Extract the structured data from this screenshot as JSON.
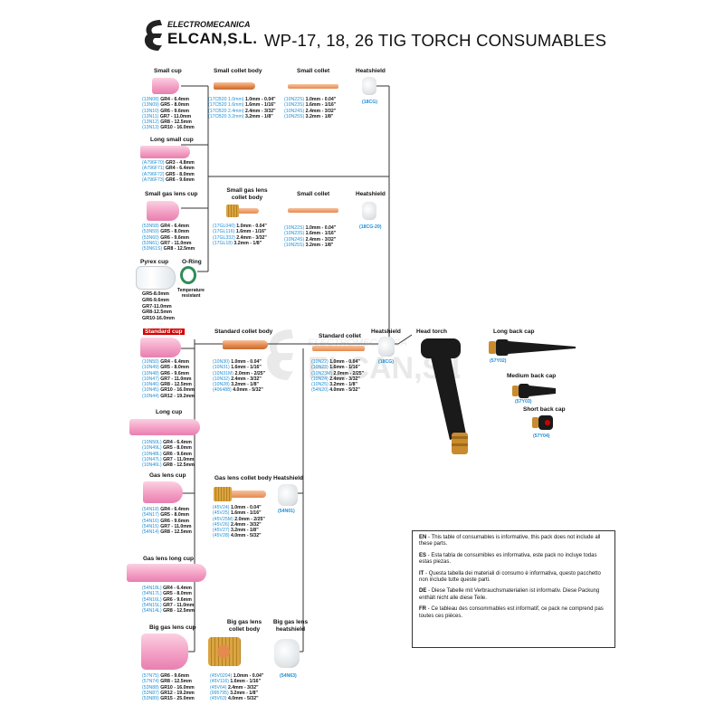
{
  "header": {
    "company_top": "ELECTROMECANICA",
    "company_name": "ELCAN,S.L.",
    "title": "WP-17, 18, 26 TIG TORCH CONSUMABLES"
  },
  "labels": {
    "small_cup": "Small cup",
    "small_collet_body": "Small collet body",
    "small_collet": "Small collet",
    "heatshield": "Heatshield",
    "long_small_cup": "Long small cup",
    "small_gas_lens_cup": "Small gas lens cup",
    "small_gas_lens_collet_body": "Small gas lens collet body",
    "small_collet_2": "Small collet",
    "heatshield_2": "Heatshield",
    "pyrex_cup": "Pyrex cup",
    "o_ring": "O-Ring",
    "temperature_resistant": "Temperature resistant",
    "standard_cup": "Standard cup",
    "standard_collet_body": "Standard collet body",
    "standard_collet": "Standard collet",
    "heatshield_3": "Heatshield",
    "head_torch": "Head torch",
    "long_back_cap": "Long back cap",
    "medium_back_cap": "Medium back cap",
    "short_back_cap": "Short back cap",
    "long_cup": "Long cup",
    "gas_lens_cup": "Gas lens cup",
    "gas_lens_collet_body": "Gas lens collet body",
    "heatshield_4": "Heatshield",
    "gas_lens_long_cup": "Gas lens long cup",
    "big_gas_lens_cup": "Big gas lens cup",
    "big_gas_lens_collet_body": "Big gas lens collet body",
    "big_gas_lens_heatshield": "Big gas lens heatshield"
  },
  "codes": {
    "heatshield_small": "18CG",
    "heatshield_small_gas_lens": "18CG-20",
    "heatshield_standard": "18CG",
    "heatshield_gas_lens": "54N01",
    "heatshield_big_gas_lens": "54N63",
    "long_back_cap": "57Y02",
    "medium_back_cap": "57Y03",
    "short_back_cap": "57Y04"
  },
  "lists": {
    "small_cup": [
      {
        "code": "13N08",
        "val": "GR4 - 6.4mm"
      },
      {
        "code": "13N09",
        "val": "GR5 - 8.0mm"
      },
      {
        "code": "13N10",
        "val": "GR6 - 9.6mm"
      },
      {
        "code": "13N11",
        "val": "GR7 - 11.0mm"
      },
      {
        "code": "13N12",
        "val": "GR8 - 12.5mm"
      },
      {
        "code": "13N13",
        "val": "GR10 - 16.0mm"
      }
    ],
    "small_collet_body": [
      {
        "code": "17CB20 1.0mm",
        "val": "1.0mm - 0.04\""
      },
      {
        "code": "17CB20 1.6mm",
        "val": "1.6mm - 1/16\""
      },
      {
        "code": "17CB20 2.4mm",
        "val": "2.4mm - 3/32\""
      },
      {
        "code": "17CB20 3.2mm",
        "val": "3.2mm - 1/8\""
      }
    ],
    "small_collet": [
      {
        "code": "10N22S",
        "val": "1.0mm - 0.04\""
      },
      {
        "code": "10N23S",
        "val": "1.6mm - 1/16\""
      },
      {
        "code": "10N24S",
        "val": "2.4mm - 3/32\""
      },
      {
        "code": "10N25S",
        "val": "3.2mm - 1/8\""
      }
    ],
    "long_small_cup": [
      {
        "code": "A796F70",
        "val": "GR3 - 4.8mm"
      },
      {
        "code": "A796F71",
        "val": "GR4 - 6.4mm"
      },
      {
        "code": "A796F72",
        "val": "GR5 - 8.0mm"
      },
      {
        "code": "A796F73",
        "val": "GR6 - 9.6mm"
      }
    ],
    "small_gas_lens_cup": [
      {
        "code": "53N58",
        "val": "GR4 - 6.4mm"
      },
      {
        "code": "53N59",
        "val": "GR5 - 8.0mm"
      },
      {
        "code": "53N60",
        "val": "GR6 - 9.6mm"
      },
      {
        "code": "53N61",
        "val": "GR7 - 11.0mm"
      },
      {
        "code": "53N61S",
        "val": "GR8 - 12.5mm"
      }
    ],
    "small_gas_lens_collet_body": [
      {
        "code": "17GL040",
        "val": "1.0mm - 0.04\""
      },
      {
        "code": "17GL116",
        "val": "1.6mm - 1/16\""
      },
      {
        "code": "17GL332",
        "val": "2.4mm - 3/32\""
      },
      {
        "code": "17GL18",
        "val": "3.2mm - 1/8\""
      }
    ],
    "small_collet_2": [
      {
        "code": "10N22S",
        "val": "1.0mm - 0.04\""
      },
      {
        "code": "10N23S",
        "val": "1.6mm - 1/16\""
      },
      {
        "code": "10N24S",
        "val": "2.4mm - 3/32\""
      },
      {
        "code": "10N25S",
        "val": "3.2mm - 1/8\""
      }
    ],
    "pyrex": [
      "GR5-8.0mm",
      "GR6-9.6mm",
      "GR7-11.0mm",
      "GR8-12.5mm",
      "GR10-16.0mm"
    ],
    "standard_cup": [
      {
        "code": "10N50",
        "val": "GR4 - 6.4mm"
      },
      {
        "code": "10N49",
        "val": "GR5 - 8.0mm"
      },
      {
        "code": "10N48",
        "val": "GR6 - 9.6mm"
      },
      {
        "code": "10N47",
        "val": "GR7 - 11.0mm"
      },
      {
        "code": "10N46",
        "val": "GR8 - 12.5mm"
      },
      {
        "code": "10N45",
        "val": "GR10 - 16.0mm"
      },
      {
        "code": "10N44",
        "val": "GR12 - 19.2mm"
      }
    ],
    "standard_collet_body": [
      {
        "code": "10N30",
        "val": "1.0mm - 0.04\""
      },
      {
        "code": "10N31",
        "val": "1.6mm - 1/16\""
      },
      {
        "code": "10N31M",
        "val": "2.0mm - 2/25\""
      },
      {
        "code": "10N32",
        "val": "2.4mm - 3/32\""
      },
      {
        "code": "10N28",
        "val": "3.2mm - 1/8\""
      },
      {
        "code": "406488",
        "val": "4.0mm - 5/32\""
      }
    ],
    "standard_collet": [
      {
        "code": "10N22",
        "val": "1.0mm - 0.04\""
      },
      {
        "code": "10N23",
        "val": "1.6mm - 1/16\""
      },
      {
        "code": "10N23M",
        "val": "2.0mm - 2/25\""
      },
      {
        "code": "10N24",
        "val": "2.4mm - 3/32\""
      },
      {
        "code": "10N25",
        "val": "3.2mm - 1/8\""
      },
      {
        "code": "54N20",
        "val": "4.0mm - 5/32\""
      }
    ],
    "long_cup": [
      {
        "code": "10N50L",
        "val": "GR4 - 6.4mm"
      },
      {
        "code": "10N49L",
        "val": "GR5 - 8.0mm"
      },
      {
        "code": "10N48L",
        "val": "GR6 - 9.6mm"
      },
      {
        "code": "10N47L",
        "val": "GR7 - 11.0mm"
      },
      {
        "code": "10N46L",
        "val": "GR8 - 12.5mm"
      }
    ],
    "gas_lens_cup": [
      {
        "code": "54N18",
        "val": "GR4 - 6.4mm"
      },
      {
        "code": "54N17",
        "val": "GR5 - 8.0mm"
      },
      {
        "code": "54N16",
        "val": "GR6 - 9.6mm"
      },
      {
        "code": "54N15",
        "val": "GR7 - 11.0mm"
      },
      {
        "code": "54N14",
        "val": "GR8 - 12.5mm"
      }
    ],
    "gas_lens_collet_body": [
      {
        "code": "45V24",
        "val": "1.0mm - 0.04\""
      },
      {
        "code": "45V25",
        "val": "1.6mm - 1/16\""
      },
      {
        "code": "45V25M",
        "val": "2.0mm - 2/25\""
      },
      {
        "code": "45V26",
        "val": "2.4mm - 3/32\""
      },
      {
        "code": "45V27",
        "val": "3.2mm - 1/8\""
      },
      {
        "code": "45V28",
        "val": "4.0mm - 5/32\""
      }
    ],
    "gas_lens_long_cup": [
      {
        "code": "54N18L",
        "val": "GR4 - 6.4mm"
      },
      {
        "code": "54N17L",
        "val": "GR5 - 8.0mm"
      },
      {
        "code": "54N16L",
        "val": "GR6 - 9.6mm"
      },
      {
        "code": "54N15L",
        "val": "GR7 - 11.0mm"
      },
      {
        "code": "54N14L",
        "val": "GR8 - 12.5mm"
      }
    ],
    "big_gas_lens_cup": [
      {
        "code": "57N75",
        "val": "GR6 - 9.6mm"
      },
      {
        "code": "57N74",
        "val": "GR8 - 12.5mm"
      },
      {
        "code": "53N88",
        "val": "GR10 - 16.0mm"
      },
      {
        "code": "53N87",
        "val": "GR12 - 19.2mm"
      },
      {
        "code": "53N89",
        "val": "GR15 - 25.0mm"
      }
    ],
    "big_gas_lens_collet_body": [
      {
        "code": "45V0204",
        "val": "1.0mm - 0.04\""
      },
      {
        "code": "45V116",
        "val": "1.6mm - 1/16\""
      },
      {
        "code": "45V64",
        "val": "2.4mm - 3/32\""
      },
      {
        "code": "995795",
        "val": "3.2mm - 1/8\""
      },
      {
        "code": "45V63",
        "val": "4.0mm - 5/32\""
      }
    ]
  },
  "notes": [
    {
      "lang": "EN",
      "text": "This table of consumables is informative, this pack does not include all these parts."
    },
    {
      "lang": "ES",
      "text": "Esta tabla de consumibles es informativa, este pack no incluye todas estas piezas."
    },
    {
      "lang": "IT",
      "text": "Questa tabella dei materiali di consumo è informativa, questo pacchetto non include tutte queste parti."
    },
    {
      "lang": "DE",
      "text": "Diese Tabelle mit Verbrauchsmaterialien ist informativ. Diese Packung enthält nicht alle diese Teile."
    },
    {
      "lang": "FR",
      "text": "Ce tableau des consommables est informatif, ce pack ne comprend pas toutes ces pièces."
    }
  ],
  "colors": {
    "ceramic_pink": "#f5a9c9",
    "code_blue": "#1e8fd6",
    "copper": "#e58a4e",
    "brass": "#c98b2e",
    "oring_green": "#2f8c57",
    "highlight_red": "#d40000",
    "torch_black": "#1a1a1a"
  }
}
